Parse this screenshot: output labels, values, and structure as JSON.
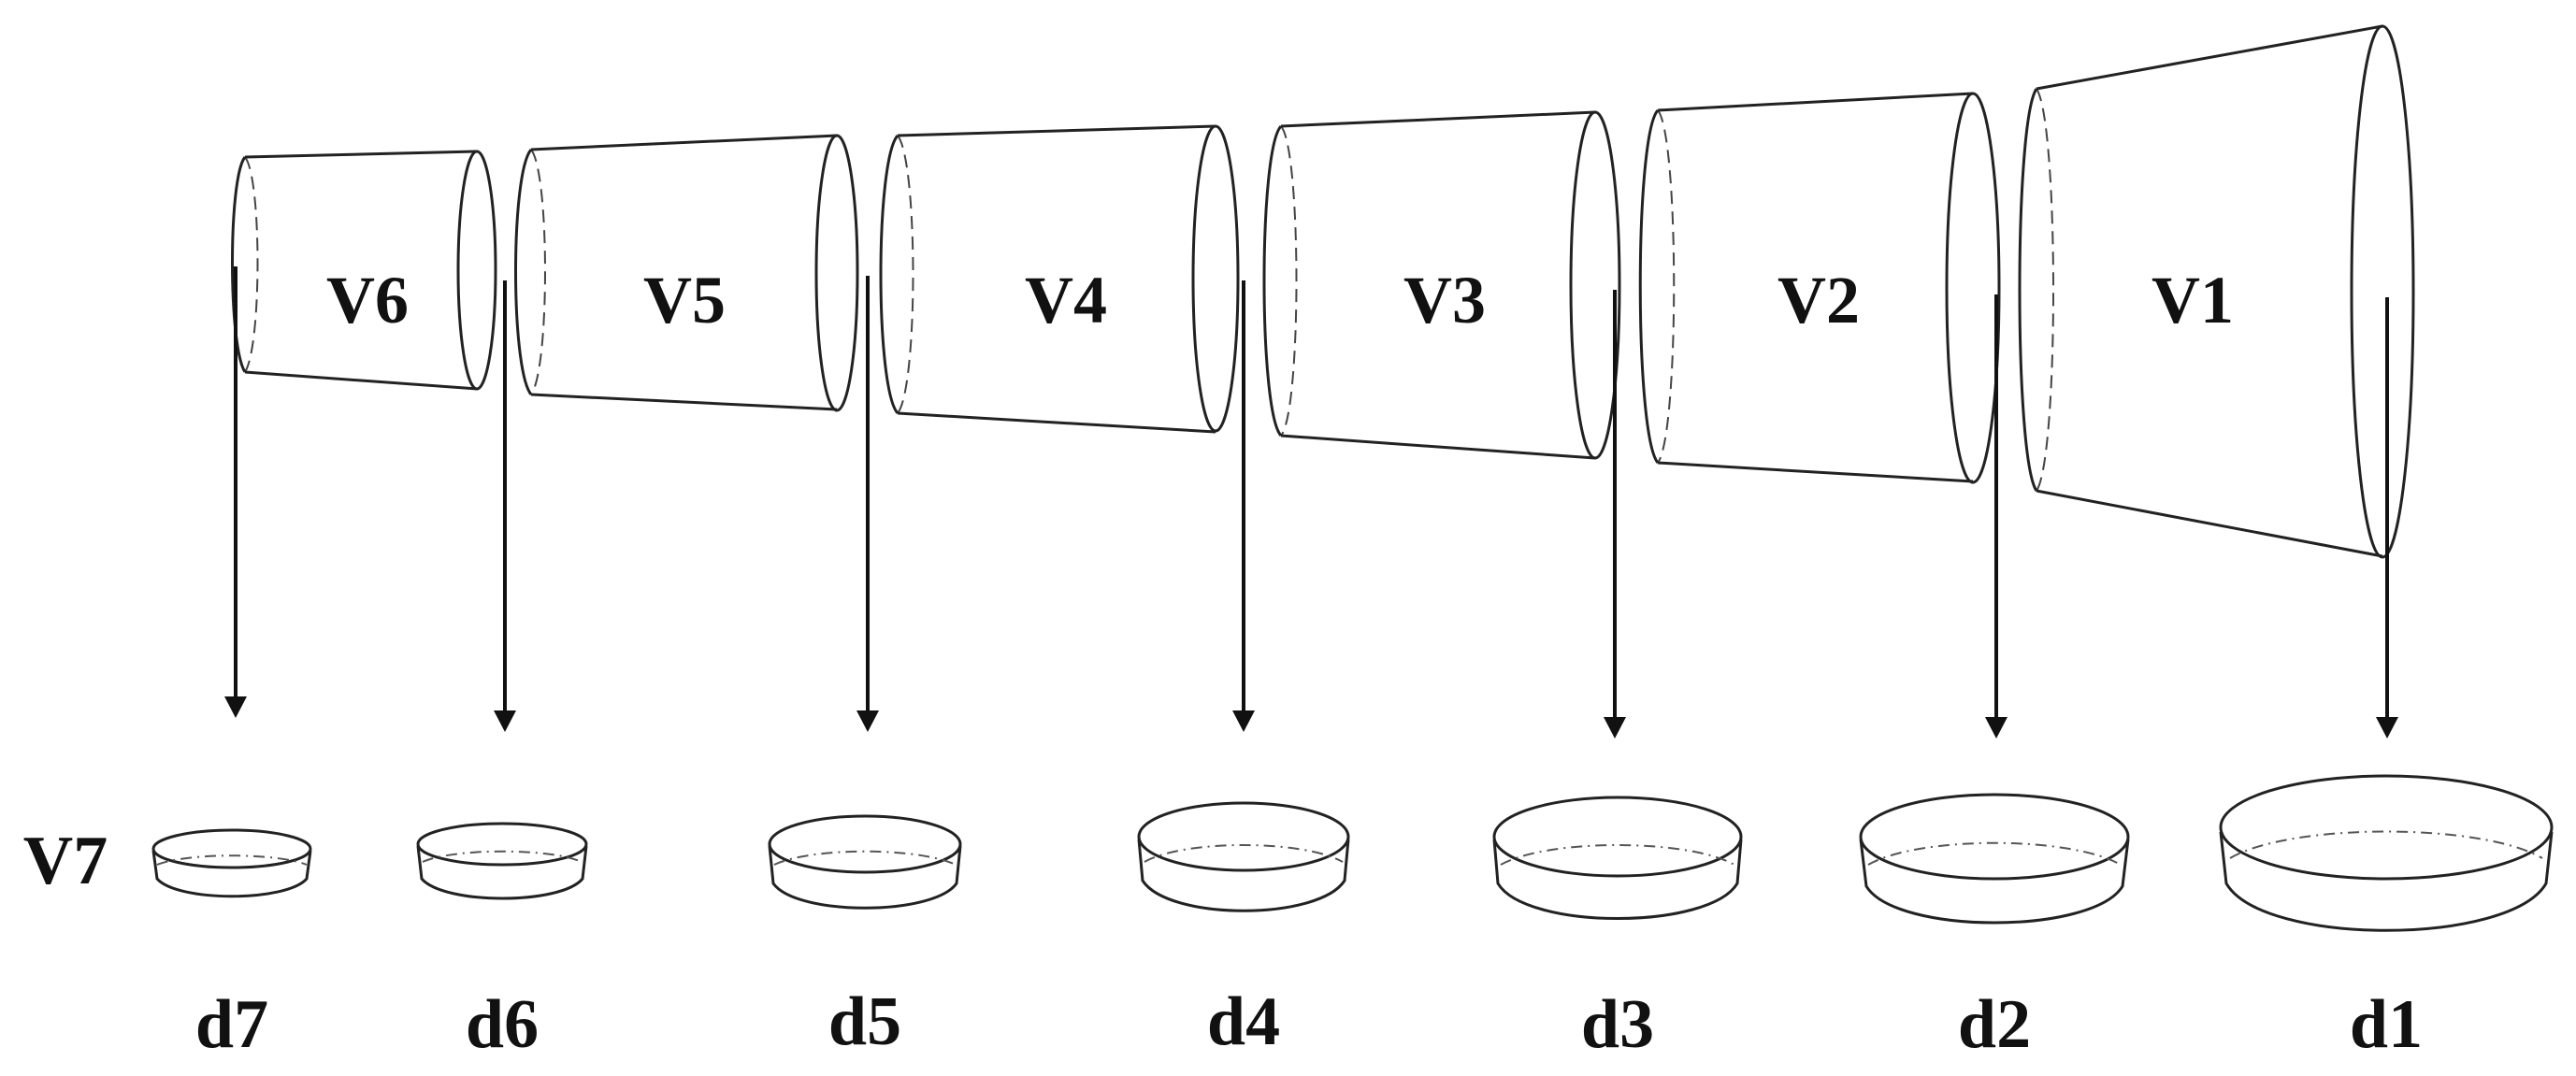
{
  "segments": [
    {
      "label": "V1"
    },
    {
      "label": "V2"
    },
    {
      "label": "V3"
    },
    {
      "label": "V4"
    },
    {
      "label": "V5"
    },
    {
      "label": "V6"
    }
  ],
  "row_label": "V7",
  "discs": [
    {
      "label": "d1"
    },
    {
      "label": "d2"
    },
    {
      "label": "d3"
    },
    {
      "label": "d4"
    },
    {
      "label": "d5"
    },
    {
      "label": "d6"
    },
    {
      "label": "d7"
    }
  ],
  "colors": {
    "line": "#222222",
    "text": "#111111",
    "background": "#ffffff"
  }
}
